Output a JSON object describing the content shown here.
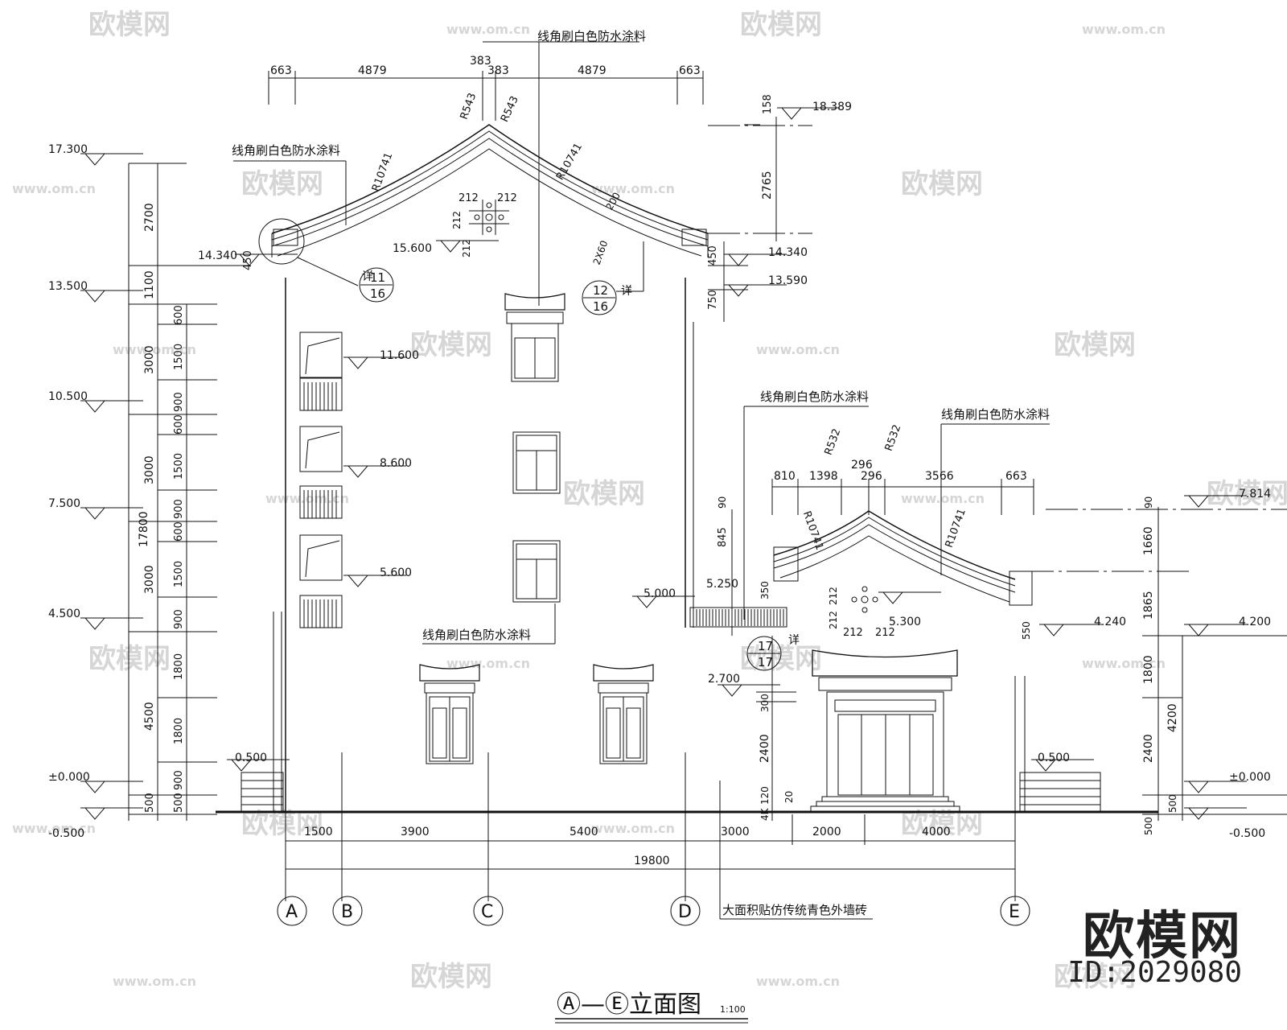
{
  "drawing": {
    "title": "Ⓐ—Ⓔ立面图",
    "scale": "1:100"
  },
  "notes": {
    "top_center": "线角刷白色防水涂料",
    "left_roof": "线角刷白色防水涂料",
    "mid_right": "线角刷白色防水涂料",
    "right_roof": "线角刷白色防水涂料",
    "lower_center": "线角刷白色防水涂料",
    "bottom": "大面积贴仿传统青色外墙砖"
  },
  "detail_refs": [
    {
      "num": "11",
      "den": "16",
      "tag": "详"
    },
    {
      "num": "12",
      "den": "16",
      "tag": "详"
    },
    {
      "num": "17",
      "den": "17",
      "tag": "详"
    }
  ],
  "grid_axes": [
    "A",
    "B",
    "C",
    "D",
    "E"
  ],
  "left_levels": [
    "17.300",
    "13.500",
    "10.500",
    "7.500",
    "4.500",
    "±0.000",
    "-0.500"
  ],
  "left_dims_outer": [
    "2700",
    "1100",
    "3000",
    "3000",
    "3000",
    "4500",
    "500",
    "17800"
  ],
  "left_dims_inner": [
    "600",
    "1500",
    "900",
    "600",
    "1500",
    "900",
    "600",
    "1500",
    "900",
    "1800",
    "1800",
    "900",
    "500"
  ],
  "window_levels": [
    "11.600",
    "8.600",
    "5.600"
  ],
  "main_roof": {
    "top_dims": [
      "663",
      "4879",
      "383",
      "383",
      "4879",
      "663"
    ],
    "radii": [
      "R543",
      "R543",
      "R10741",
      "R10741"
    ],
    "ridge_level": "18.389",
    "eave_level": "14.340",
    "eave_level_left": "14.340",
    "lower_level": "13.590",
    "dims_right": [
      "158",
      "2765",
      "450",
      "750"
    ],
    "center_dims": [
      "212",
      "212",
      "212",
      "212"
    ],
    "level_15600": "15.600",
    "dim_450": "450",
    "dim_200": "200",
    "dim_2x60": "2X60"
  },
  "small_roof": {
    "top_dims": [
      "810",
      "1398",
      "296",
      "296",
      "3566",
      "663"
    ],
    "radii": [
      "R532",
      "R532",
      "R10741",
      "R10741"
    ],
    "ridge_level": "7.814",
    "level_5300": "5.300",
    "level_5250": "5.250",
    "level_5000": "5.000",
    "level_4240": "4.240",
    "level_4200": "4.200",
    "level_2700": "2.700",
    "dims_left": [
      "845",
      "90",
      "350",
      "300",
      "2400",
      "120",
      "20",
      "4K"
    ],
    "dims_right": [
      "90",
      "1660",
      "1865",
      "1800",
      "2400",
      "500",
      "4200",
      "550",
      "500"
    ],
    "center_dims": [
      "212",
      "212",
      "212",
      "212"
    ]
  },
  "ground": {
    "left_step": "0.500",
    "right_step": "0.500",
    "right_zero": "±0.000",
    "right_minus": "-0.500"
  },
  "bottom_dims": [
    "1500",
    "3900",
    "5400",
    "3000",
    "2000",
    "4000"
  ],
  "total_dim": "19800",
  "watermark": {
    "brand": "欧模网",
    "site": "www.om.cn",
    "id": "ID:2029080"
  }
}
